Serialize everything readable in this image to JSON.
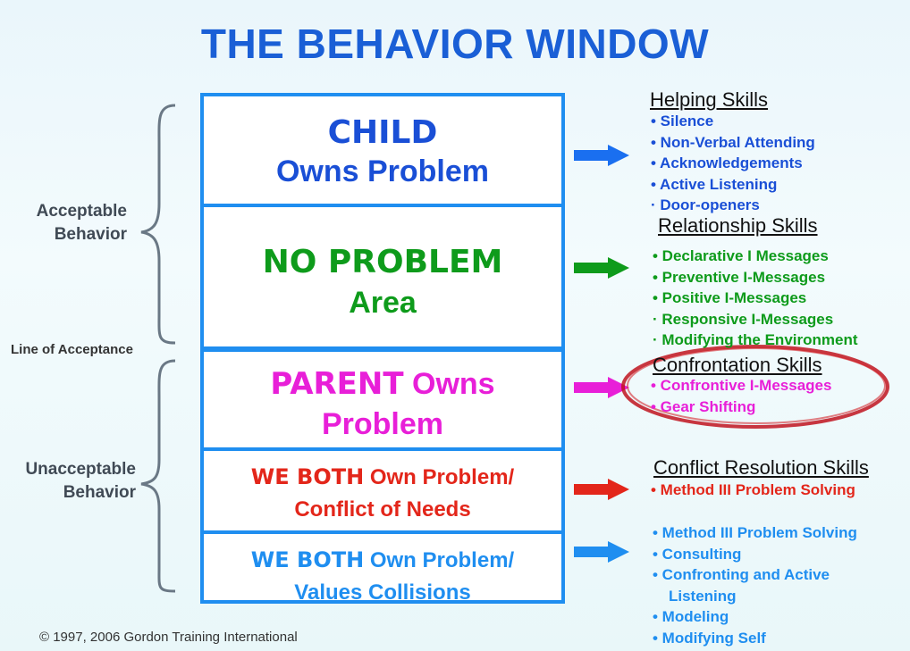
{
  "title": "THE BEHAVIOR WINDOW",
  "window": {
    "child": {
      "line1": "CHILD",
      "line2": "Owns Problem"
    },
    "no_problem": {
      "line1": "NO PROBLEM",
      "line2": "Area"
    },
    "parent": {
      "line1_kw": "PARENT",
      "line1_rest": " Owns",
      "line2": "Problem"
    },
    "we_both_conflict": {
      "line1_kw": "WE BOTH",
      "line1_rest": " Own  Problem/",
      "line2": "Conflict of Needs"
    },
    "we_both_values": {
      "line1_kw": "WE BOTH",
      "line1_rest": " Own Problem/",
      "line2": "Values Collisions"
    }
  },
  "left_labels": {
    "acceptable": [
      "Acceptable",
      "Behavior"
    ],
    "line_of_acceptance": "Line of Acceptance",
    "unacceptable": [
      "Unacceptable",
      "Behavior"
    ]
  },
  "helping": {
    "heading": "Helping Skills",
    "items": [
      "• Silence",
      "• Non-Verbal Attending",
      "• Acknowledgements",
      "• Active Listening",
      "·  Door-openers"
    ]
  },
  "relationship": {
    "heading": "Relationship Skills",
    "items": [
      "• Declarative I Messages",
      "• Preventive I-Messages",
      "• Positive I-Messages",
      "·  Responsive I-Messages",
      "·  Modifying the Environment"
    ]
  },
  "confrontation": {
    "heading": "Confrontation Skills",
    "items": [
      "• Confrontive I-Messages",
      "• Gear Shifting"
    ]
  },
  "conflict_resolution": {
    "heading": "Conflict Resolution Skills",
    "items": [
      "• Method III Problem Solving"
    ]
  },
  "values_skills": {
    "items": [
      "• Method III Problem Solving",
      "• Consulting",
      "• Confronting and Active",
      "Listening",
      "• Modeling",
      "• Modifying Self"
    ]
  },
  "footer": "© 1997, 2006 Gordon Training International",
  "colors": {
    "title": "#1a5fd6",
    "window_border": "#1f8ef0",
    "child": "#1a4fd6",
    "no_problem": "#0e9b1b",
    "parent": "#e81fd8",
    "conflict": "#e3261a",
    "values": "#1f8ef0",
    "highlight_ellipse": "#c0141e"
  }
}
